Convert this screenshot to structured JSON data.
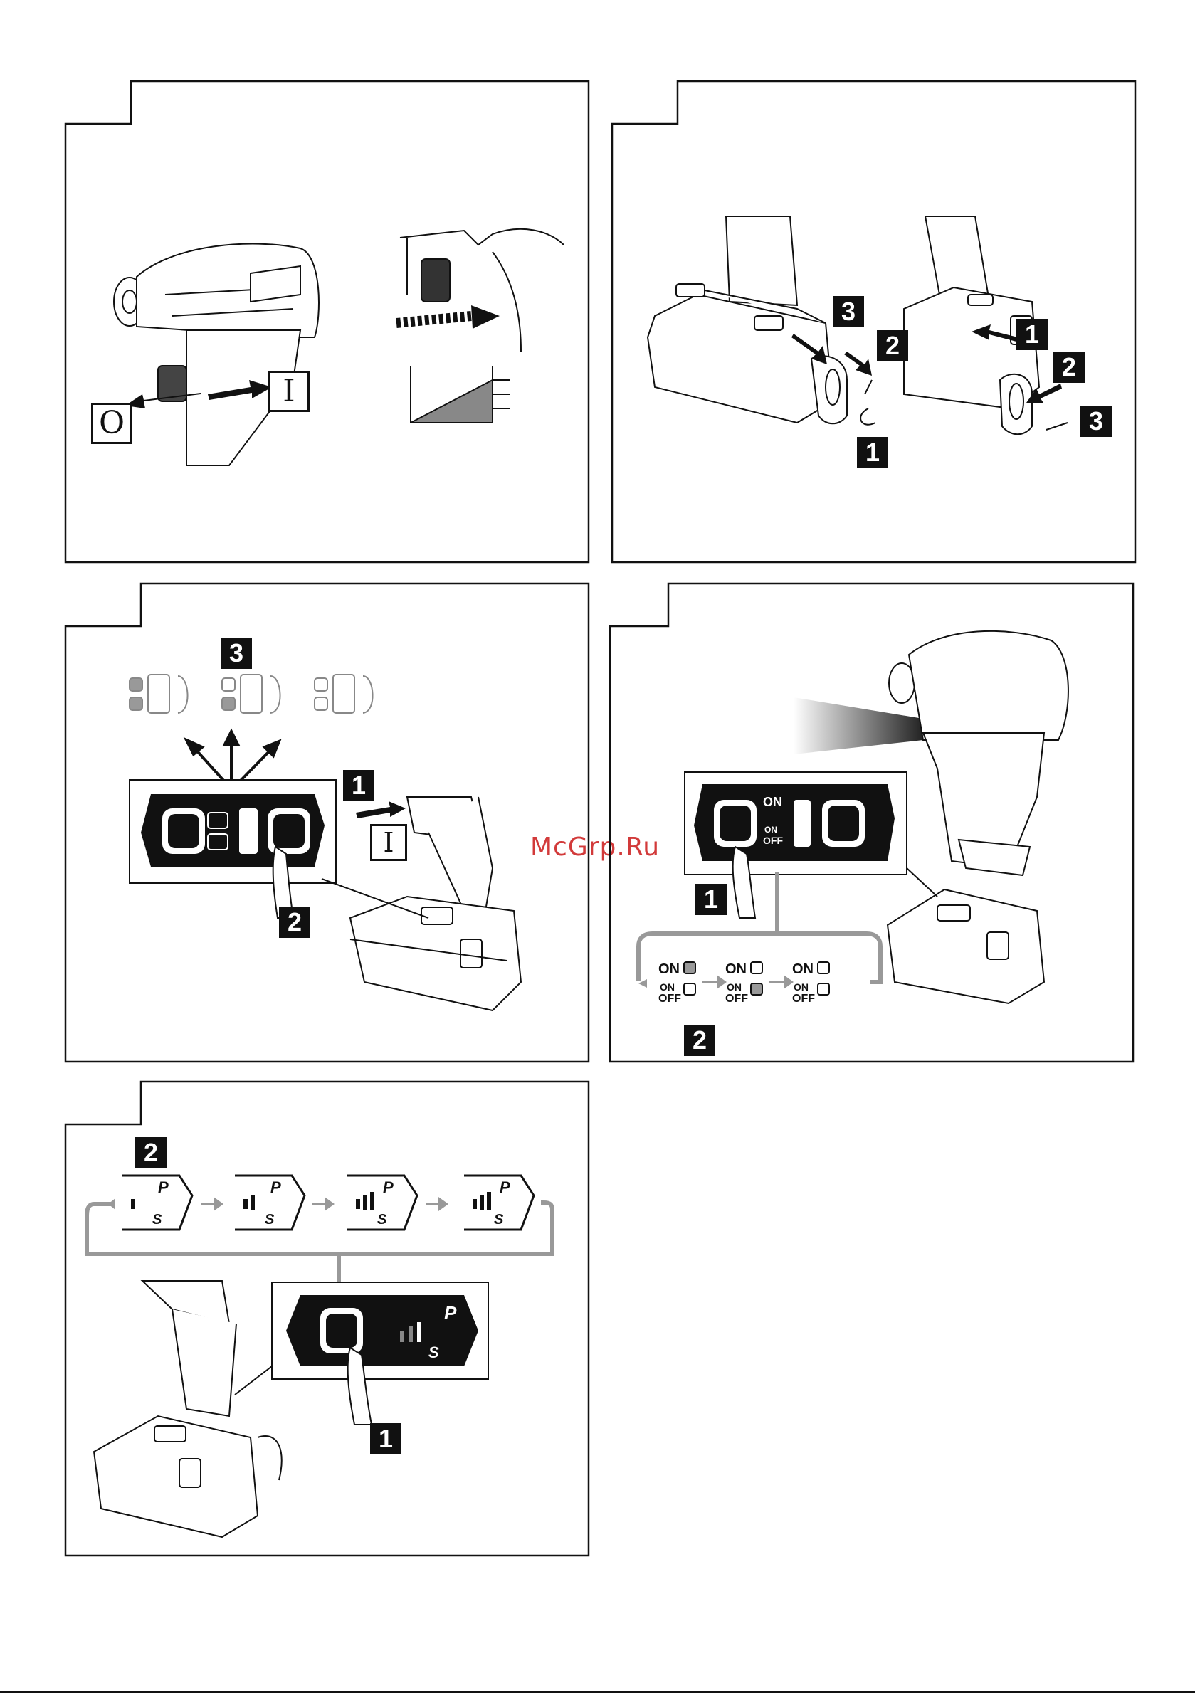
{
  "watermark": "McGrp.Ru",
  "panel1": {
    "switch_off_label": "O",
    "switch_on_label": "I"
  },
  "panel2": {
    "steps_left": [
      "3",
      "2",
      "1"
    ],
    "steps_right": [
      "1",
      "2",
      "3"
    ]
  },
  "panel3": {
    "step_top": "3",
    "step_trigger": "1",
    "step_button": "2",
    "switch_on_label": "I"
  },
  "panel4": {
    "step_button": "1",
    "step_sequence": "2",
    "on_label": "ON",
    "on_off_top": "ON",
    "on_off_bottom": "OFF"
  },
  "panel5": {
    "step_sequence": "2",
    "step_button": "1",
    "mode_p": "P",
    "mode_s": "S"
  },
  "colors": {
    "ink": "#111111",
    "grey": "#9a9a9a",
    "light_grey": "#c8c8c8",
    "watermark": "#d23a3a"
  }
}
